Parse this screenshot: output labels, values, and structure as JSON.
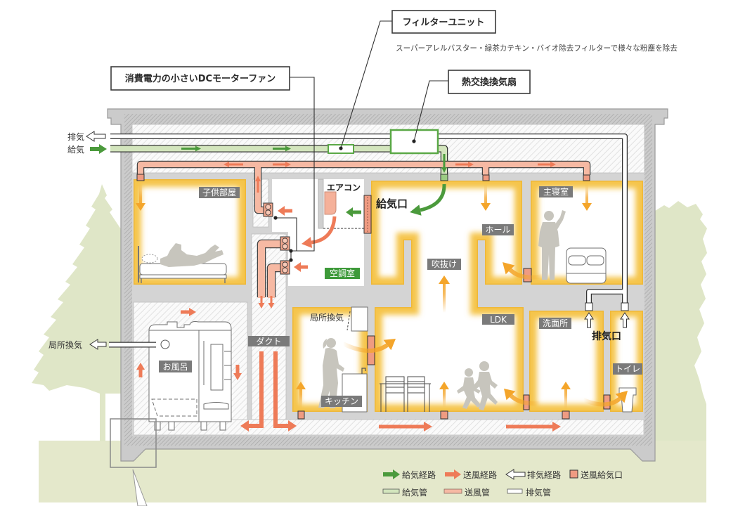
{
  "callouts": {
    "filter_unit": {
      "label": "フィルターユニット",
      "description": "スーパーアレルバスター・緑茶カテキン・バイオ除去フィルターで様々な粉塵を除去"
    },
    "dc_motor_fan": {
      "label": "消費電力の小さいDCモーターファン"
    },
    "heat_exchanger": {
      "label": "熱交換換気扇"
    }
  },
  "outside": {
    "exhaust": "排気",
    "supply": "給気",
    "local_exhaust": "局所換気"
  },
  "second_floor": {
    "kids_room": "子供部屋",
    "air_conditioner": "エアコン",
    "ac_room": "空調室",
    "supply_vent": "給気口",
    "hall": "ホール",
    "atrium": "吹抜け",
    "master_bedroom": "主寝室"
  },
  "first_floor": {
    "bath": "お風呂",
    "duct": "ダクト",
    "kitchen_local_exhaust": "局所換気",
    "kitchen": "キッチン",
    "ldk": "LDK",
    "washroom": "洗面所",
    "exhaust_vent": "排気口",
    "toilet": "トイレ"
  },
  "legend": {
    "routes": [
      {
        "icon": "green-arrow",
        "label": "給気経路"
      },
      {
        "icon": "salmon-arrow",
        "label": "送風経路"
      },
      {
        "icon": "hollow-arrow",
        "label": "排気経路"
      },
      {
        "icon": "salmon-square",
        "label": "送風給気口"
      }
    ],
    "pipes": [
      {
        "icon": "green-pipe",
        "label": "給気管"
      },
      {
        "icon": "salmon-pipe",
        "label": "送風管"
      },
      {
        "icon": "white-pipe",
        "label": "排気管"
      }
    ]
  },
  "colors": {
    "supply_route": "#4b9a3c",
    "supply_pipe": "#d3e5bd",
    "blower_route": "#ee7b58",
    "blower_pipe": "#f6b9a3",
    "blower_vent": "#ef9b82",
    "room_glow": "#f5c54b",
    "room_airflow": "#f4a52a",
    "label_bg": "#7a7a7a",
    "ac_room_label_bg": "#3e9a3a",
    "ground": "#e4e8cb",
    "wall": "#cbcbcb"
  }
}
